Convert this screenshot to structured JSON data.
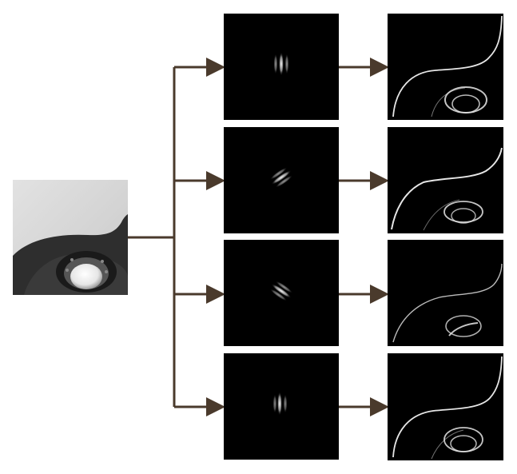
{
  "colors": {
    "background": "#ffffff",
    "arrow": "#4a3a2c",
    "panel": "#000000",
    "input_light": "#d8d8d8",
    "input_dark": "#2b2b2b"
  },
  "diagram": {
    "input_image": {
      "icon": "grayscale-photo-icon"
    },
    "filters": [
      {
        "orientation_deg": 0,
        "icon": "vertical-gabor-kernel-icon"
      },
      {
        "orientation_deg": 45,
        "icon": "diagonal-gabor-kernel-icon"
      },
      {
        "orientation_deg": -45,
        "icon": "anti-diagonal-gabor-kernel-icon"
      },
      {
        "orientation_deg": 0,
        "icon": "vertical-gabor-kernel-icon"
      }
    ],
    "responses": [
      {
        "icon": "edge-response-icon"
      },
      {
        "icon": "edge-response-icon"
      },
      {
        "icon": "edge-response-icon"
      },
      {
        "icon": "edge-response-icon"
      }
    ]
  }
}
